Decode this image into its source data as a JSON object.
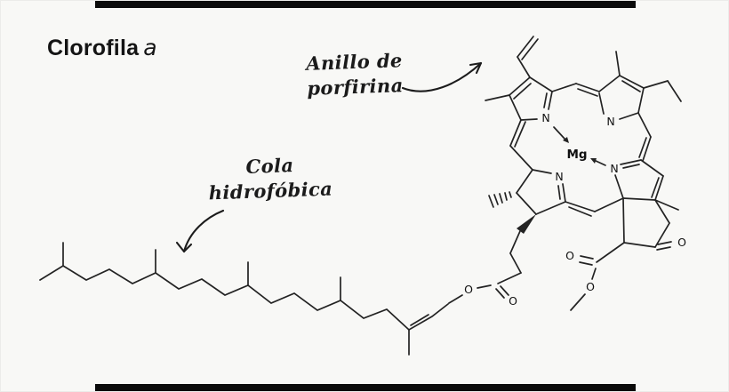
{
  "title": {
    "main": "Clorofila",
    "variant": "a"
  },
  "annotations": {
    "porphyrin": {
      "line1": "Anillo de",
      "line2": "porfirina"
    },
    "tail": {
      "line1": "Cola",
      "line2": "hidrofóbica"
    }
  },
  "molecule": {
    "name": "Clorofila a",
    "central_atom": "Mg",
    "nitrogen": "N",
    "oxygen": "O",
    "colors": {
      "bond": "#232323",
      "background": "#f8f8f6",
      "letterbox": "#0b0b0b"
    }
  }
}
